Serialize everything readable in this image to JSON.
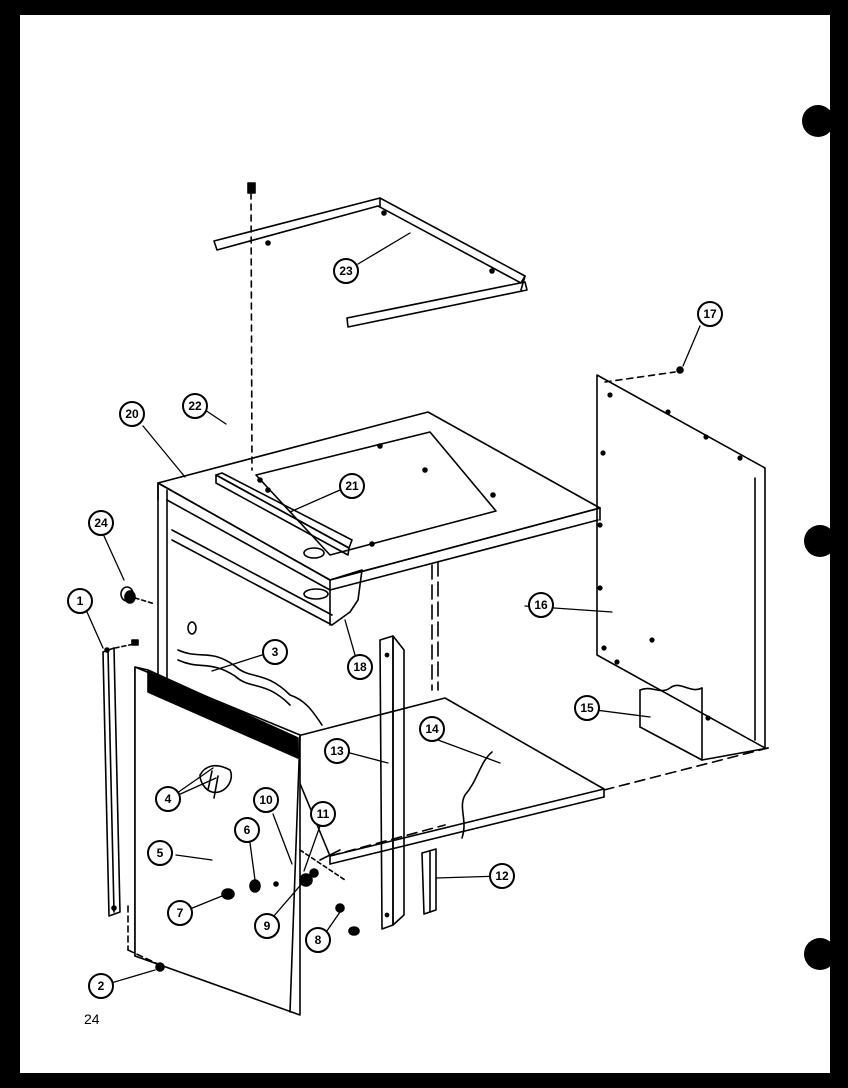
{
  "page_number": "24",
  "callouts": {
    "c1": "1",
    "c2": "2",
    "c3": "3",
    "c4": "4",
    "c5": "5",
    "c6": "6",
    "c7": "7",
    "c8": "8",
    "c9": "9",
    "c10": "10",
    "c11": "11",
    "c12": "12",
    "c13": "13",
    "c14": "14",
    "c15": "15",
    "c16": "16",
    "c17": "17",
    "c18": "18",
    "c20": "20",
    "c21": "21",
    "c22": "22",
    "c23": "23",
    "c24": "24"
  },
  "colors": {
    "ink": "#000000",
    "paper": "#ffffff",
    "border": "#000000"
  }
}
